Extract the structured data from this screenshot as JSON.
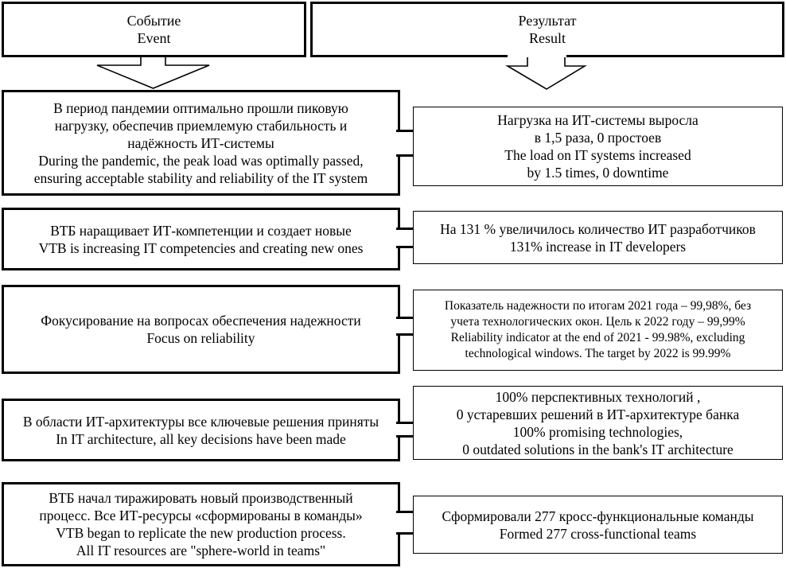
{
  "figure": {
    "headers": {
      "event": [
        "Событие",
        "Event"
      ],
      "result": [
        "Результат",
        "Result"
      ]
    },
    "pairs": [
      {
        "event": [
          "В период пандемии оптимально прошли пиковую",
          "нагрузку, обеспечив приемлемую стабильность и",
          "надёжность ИТ-системы",
          "During the pandemic, the peak load was optimally passed,",
          "ensuring acceptable stability and reliability of the IT system"
        ],
        "result": [
          "Нагрузка на ИТ-системы выросла",
          "в 1,5 раза, 0 простоев",
          "The load on IT systems increased",
          "by 1.5 times, 0 downtime"
        ]
      },
      {
        "event": [
          "ВТБ наращивает ИТ-компетенции и создает новые",
          "VTB is increasing IT competencies and creating new ones"
        ],
        "result": [
          "На 131 % увеличилось количество ИТ разработчиков",
          "131% increase in IT developers"
        ]
      },
      {
        "event": [
          "Фокусирование на вопросах обеспечения надежности",
          "Focus on reliability"
        ],
        "result": [
          "Показатель надежности по итогам 2021 года – 99,98%, без",
          "учета технологических окон. Цель к 2022 году – 99,99%",
          "Reliability indicator at the end of 2021 - 99.98%, excluding",
          "technological windows. The target by 2022 is 99.99%"
        ]
      },
      {
        "event": [
          "В области ИТ-архитектуры все ключевые решения приняты",
          "In IT architecture, all key decisions have been made"
        ],
        "result": [
          "100% перспективных технологий ,",
          "0 устаревших решений в ИТ-архитектуре банка",
          "100% promising technologies,",
          "0 outdated solutions in the bank's IT architecture"
        ]
      },
      {
        "event": [
          "ВТБ начал тиражировать новый производственный",
          "процесс. Все ИТ-ресурсы «сформированы в команды»",
          "VTB began to replicate the new production process.",
          "All IT resources are \"sphere-world in teams\""
        ],
        "result": [
          "Сформировали 277 кросс-функциональные команды",
          "Formed 277 cross-functional teams"
        ]
      }
    ],
    "icons": {
      "event_arrow": "down-block-arrow",
      "result_arrow": "down-block-arrow"
    },
    "colors": {
      "line": "#000000",
      "background": "#ffffff"
    }
  }
}
